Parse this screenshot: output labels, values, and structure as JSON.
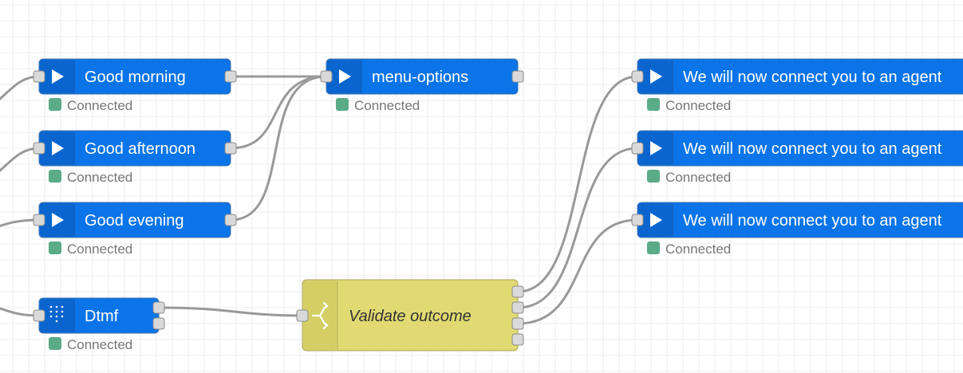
{
  "nodes": {
    "good_morning": {
      "label": "Good morning",
      "status": "Connected",
      "icon": "play-icon"
    },
    "good_afternoon": {
      "label": "Good afternoon",
      "status": "Connected",
      "icon": "play-icon"
    },
    "good_evening": {
      "label": "Good evening",
      "status": "Connected",
      "icon": "play-icon"
    },
    "dtmf": {
      "label": "Dtmf",
      "status": "Connected",
      "icon": "keypad-icon"
    },
    "menu_options": {
      "label": "menu-options",
      "status": "Connected",
      "icon": "play-icon"
    },
    "validate_outcome": {
      "label": "Validate outcome",
      "icon": "switch-icon"
    },
    "agent_1": {
      "label": "We will now connect you to an agent",
      "status": "Connected",
      "icon": "play-icon"
    },
    "agent_2": {
      "label": "We will now connect you to an agent",
      "status": "Connected",
      "icon": "play-icon"
    },
    "agent_3": {
      "label": "We will now connect you to an agent",
      "status": "Connected",
      "icon": "play-icon"
    }
  },
  "colors": {
    "node_blue": "#0a74e8",
    "node_yellow": "#e1da72",
    "status_connected": "#5aab87",
    "wire": "#999999",
    "grid": "#eeeeee"
  }
}
